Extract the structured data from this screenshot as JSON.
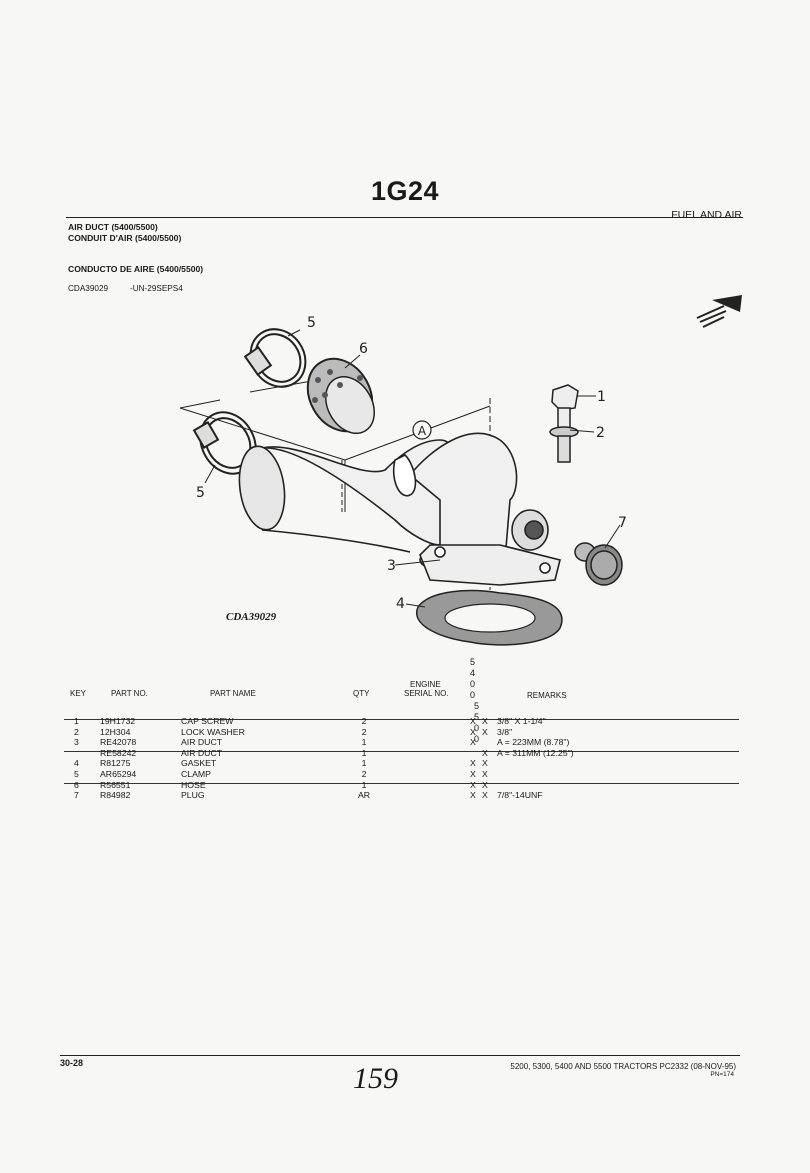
{
  "page": {
    "title": "1G24",
    "section": "FUEL AND AIR",
    "title_en": "AIR DUCT (5400/5500)",
    "title_fr": "CONDUIT D'AIR (5400/5500)",
    "title_es": "CONDUCTO DE AIRE (5400/5500)",
    "ref_code": "CDA39029",
    "ref_date": "-UN-29SEPS4"
  },
  "figure": {
    "label": "CDA39029",
    "callouts": [
      "1",
      "2",
      "3",
      "4",
      "5",
      "5",
      "6",
      "7"
    ],
    "dimension_label": "A"
  },
  "table": {
    "headers": {
      "key": "KEY",
      "part_no": "PART NO.",
      "part_name": "PART NAME",
      "qty": "QTY",
      "engine_serial_l1": "ENGINE",
      "engine_serial_l2": "SERIAL NO.",
      "remarks": "REMARKS",
      "model_col1": "5 4 0 0",
      "model_col2": "5 5 0 0"
    },
    "rows": [
      {
        "key": "1",
        "part_no": "19H1732",
        "part_name": "CAP SCREW",
        "qty": "2",
        "x1": "X",
        "x2": "X",
        "remarks": "3/8\" X 1-1/4\""
      },
      {
        "key": "2",
        "part_no": "12H304",
        "part_name": "LOCK WASHER",
        "qty": "2",
        "x1": "X",
        "x2": "X",
        "remarks": "3/8\""
      },
      {
        "key": "3",
        "part_no": "RE42078",
        "part_name": "AIR DUCT",
        "qty": "1",
        "x1": "X",
        "x2": "",
        "remarks": "A = 223MM (8.78\")"
      },
      {
        "key": "",
        "part_no": "RE58242",
        "part_name": "AIR DUCT",
        "qty": "1",
        "x1": "",
        "x2": "X",
        "remarks": "A = 311MM (12.25\")"
      },
      {
        "key": "4",
        "part_no": "R81275",
        "part_name": "GASKET",
        "qty": "1",
        "x1": "X",
        "x2": "X",
        "remarks": ""
      },
      {
        "key": "5",
        "part_no": "AR65294",
        "part_name": "CLAMP",
        "qty": "2",
        "x1": "X",
        "x2": "X",
        "remarks": ""
      },
      {
        "key": "6",
        "part_no": "R56551",
        "part_name": "HOSE",
        "qty": "1",
        "x1": "X",
        "x2": "X",
        "remarks": ""
      },
      {
        "key": "7",
        "part_no": "R84982",
        "part_name": "PLUG",
        "qty": "AR",
        "x1": "X",
        "x2": "X",
        "remarks": "7/8\"-14UNF"
      }
    ]
  },
  "footer": {
    "page_ref": "30-28",
    "publication": "5200, 5300, 5400 AND 5500 TRACTORS  PC2332   (08-NOV-95)",
    "pn": "PN=174",
    "handwritten_number": "159"
  }
}
